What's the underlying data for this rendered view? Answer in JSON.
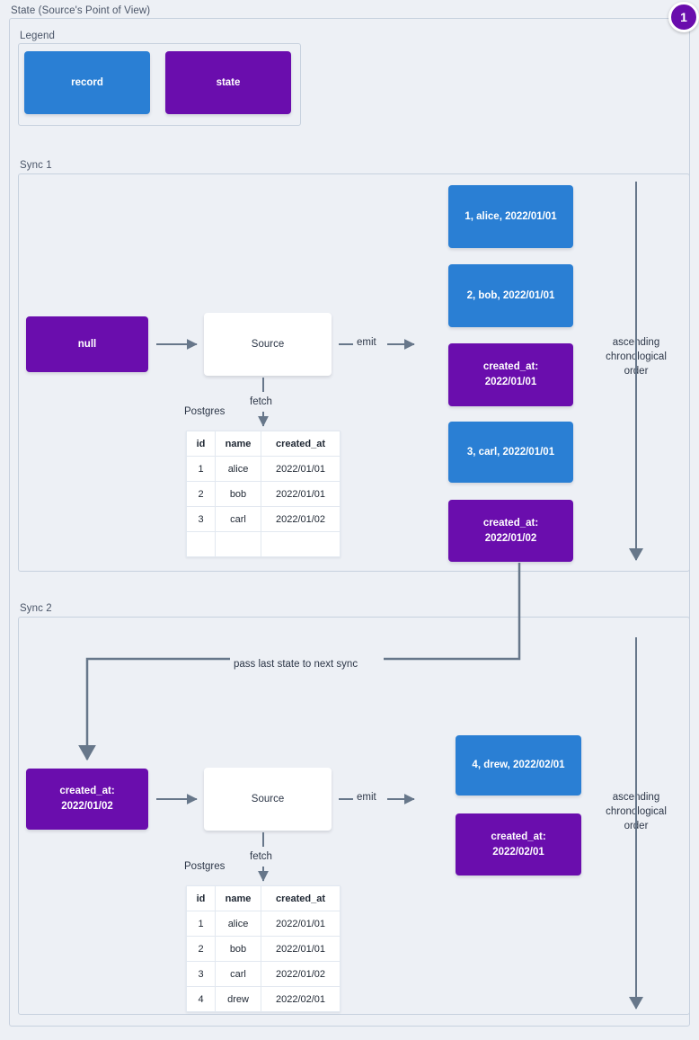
{
  "page": {
    "title": "State (Source's Point of View)",
    "badge": "1",
    "colors": {
      "record": "#2a7fd4",
      "state": "#6a0dad",
      "background": "#edf0f5",
      "frame_border": "#c7d1de",
      "connector": "#67778a",
      "text": "#2d3748"
    }
  },
  "legend": {
    "label": "Legend",
    "items": [
      {
        "label": "record",
        "kind": "record"
      },
      {
        "label": "state",
        "kind": "state"
      }
    ]
  },
  "sync1": {
    "label": "Sync 1",
    "state_in": "null",
    "source": "Source",
    "emit_label": "emit",
    "fetch_label": "fetch",
    "db_label": "Postgres",
    "order_label": "ascending chronological order",
    "table": {
      "columns": [
        "id",
        "name",
        "created_at"
      ],
      "rows": [
        [
          "1",
          "alice",
          "2022/01/01"
        ],
        [
          "2",
          "bob",
          "2022/01/01"
        ],
        [
          "3",
          "carl",
          "2022/01/02"
        ],
        [
          "",
          "",
          ""
        ]
      ]
    },
    "emitted": [
      {
        "kind": "record",
        "line1": "1, alice, 2022/01/01",
        "line2": ""
      },
      {
        "kind": "record",
        "line1": "2, bob, 2022/01/01",
        "line2": ""
      },
      {
        "kind": "state",
        "line1": "created_at:",
        "line2": "2022/01/01"
      },
      {
        "kind": "record",
        "line1": "3, carl, 2022/01/01",
        "line2": ""
      },
      {
        "kind": "state",
        "line1": "created_at:",
        "line2": "2022/01/02"
      }
    ]
  },
  "sync2": {
    "label": "Sync 2",
    "state_in_line1": "created_at:",
    "state_in_line2": "2022/01/02",
    "source": "Source",
    "emit_label": "emit",
    "fetch_label": "fetch",
    "db_label": "Postgres",
    "order_label": "ascending chronological order",
    "pass_state_label": "pass last state to next sync",
    "table": {
      "columns": [
        "id",
        "name",
        "created_at"
      ],
      "rows": [
        [
          "1",
          "alice",
          "2022/01/01"
        ],
        [
          "2",
          "bob",
          "2022/01/01"
        ],
        [
          "3",
          "carl",
          "2022/01/02"
        ],
        [
          "4",
          "drew",
          "2022/02/01"
        ]
      ]
    },
    "emitted": [
      {
        "kind": "record",
        "line1": "4, drew, 2022/02/01",
        "line2": ""
      },
      {
        "kind": "state",
        "line1": "created_at:",
        "line2": "2022/02/01"
      }
    ]
  }
}
